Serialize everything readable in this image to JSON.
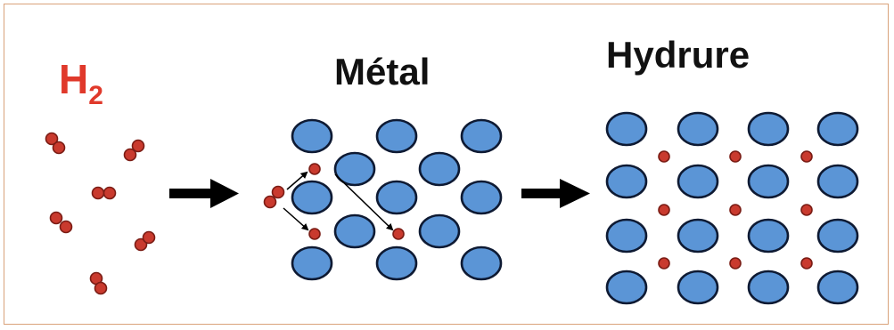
{
  "labels": {
    "reactant_main": "H",
    "reactant_subscript": "2",
    "metal": "Métal",
    "hydride": "Hydrure"
  },
  "colors": {
    "frame_border": "#d9a27a",
    "h2_label": "#e0392b",
    "hydrogen_fill": "#c93a2e",
    "hydrogen_stroke": "#7a1c14",
    "metal_fill": "#5b95d6",
    "metal_stroke": "#0e1a33",
    "arrow": "#000000"
  },
  "icons": {
    "process_arrow": "right-arrow",
    "diffusion_arrow": "thin-arrow"
  }
}
